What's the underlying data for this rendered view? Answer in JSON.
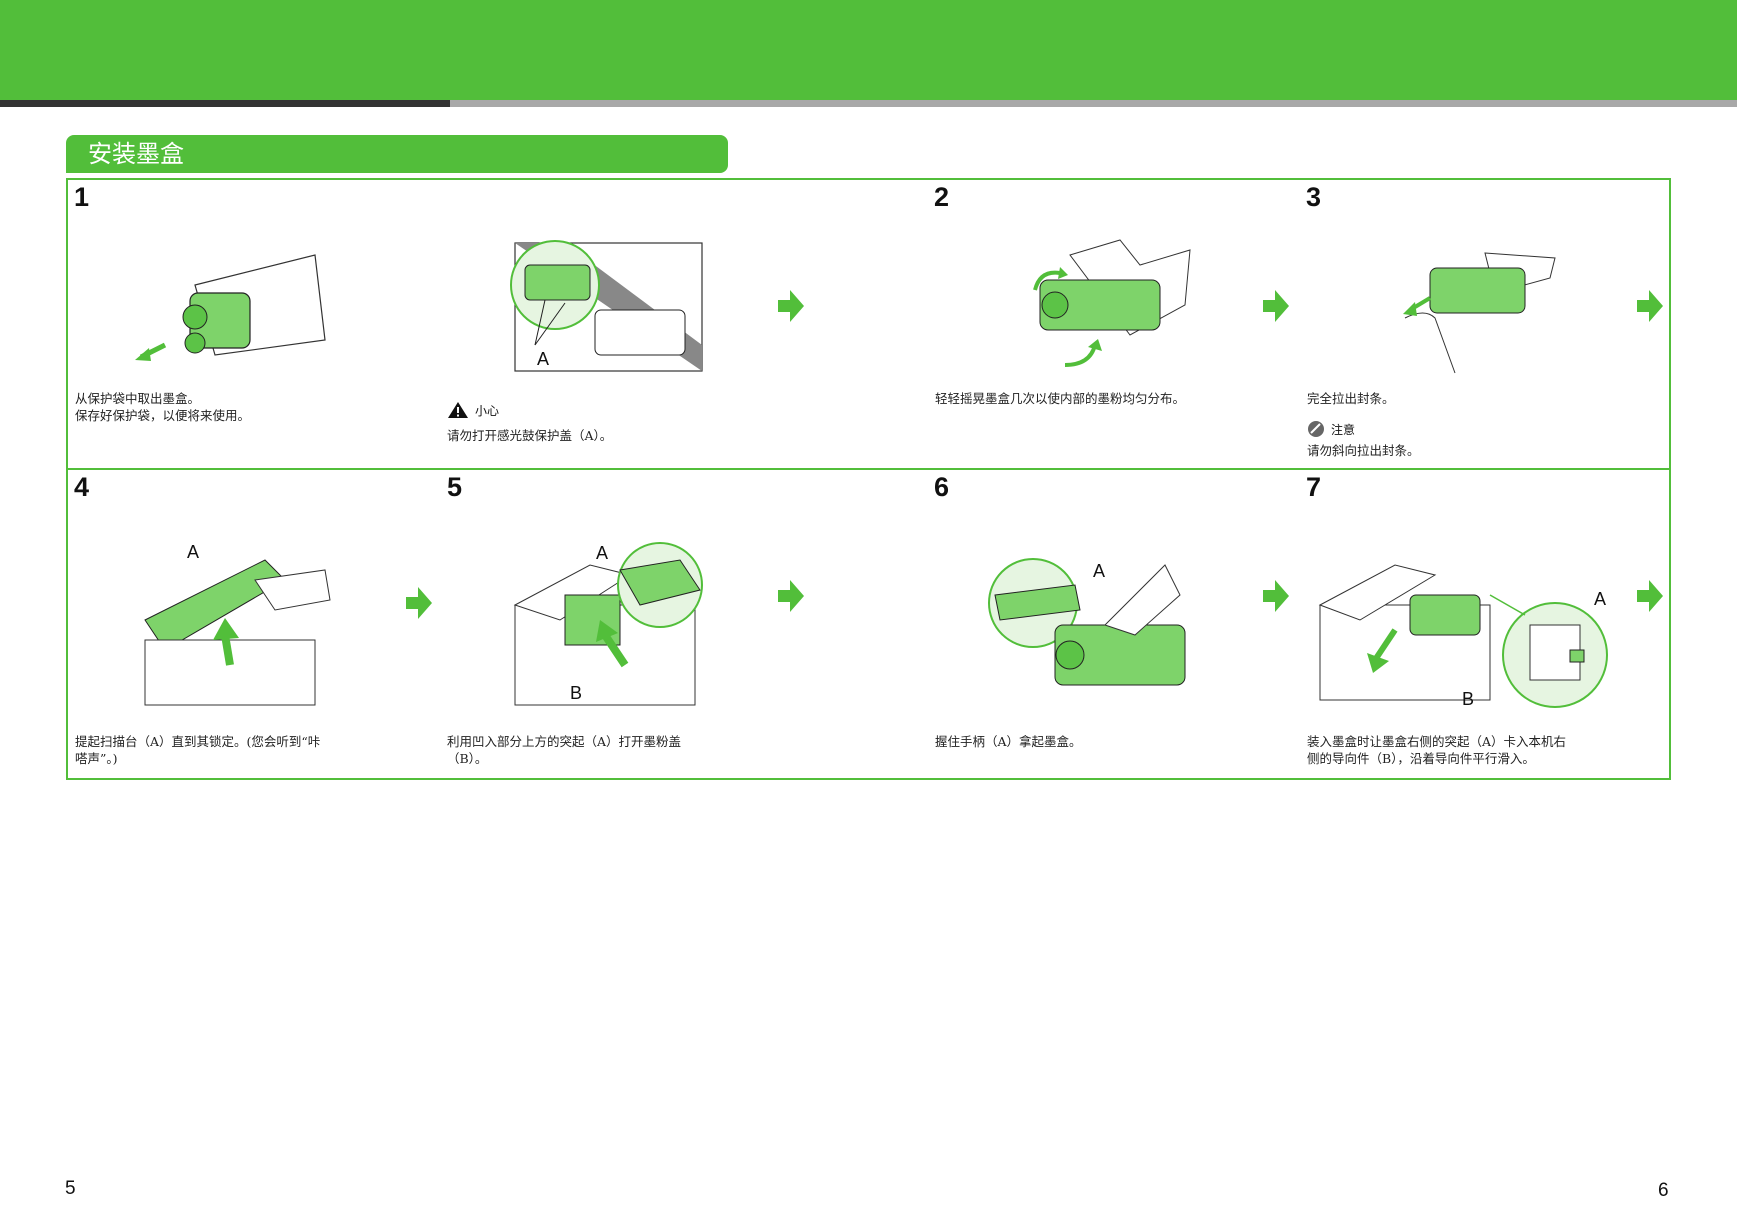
{
  "header": {
    "section_title": "安装墨盒",
    "colors": {
      "accent": "#52be3a",
      "stripe_dark": "#333333",
      "stripe_light": "#a8a8a8"
    }
  },
  "steps": {
    "s1": {
      "number": "1",
      "caption": "从保护袋中取出墨盒。\n保存好保护袋，以便将来使用。"
    },
    "s1b": {
      "caution_label": "小心",
      "caution_text": "请勿打开感光鼓保护盖（A）。",
      "callout": "A"
    },
    "s2": {
      "number": "2",
      "caption": "轻轻摇晃墨盒几次以使内部的墨粉均匀分布。"
    },
    "s3": {
      "number": "3",
      "caption": "完全拉出封条。",
      "note_label": "注意",
      "note_text": "请勿斜向拉出封条。"
    },
    "s4": {
      "number": "4",
      "caption": "提起扫描台（A）直到其锁定。(您会听到“咔\n嗒声”。)",
      "callout_a": "A"
    },
    "s5": {
      "number": "5",
      "caption": "利用凹入部分上方的突起（A）打开墨粉盖\n（B）。",
      "callout_a": "A",
      "callout_b": "B"
    },
    "s6": {
      "number": "6",
      "caption": "握住手柄（A）拿起墨盒。",
      "callout_a": "A"
    },
    "s7": {
      "number": "7",
      "caption": "装入墨盒时让墨盒右侧的突起（A）卡入本机右\n侧的导向件（B），沿着导向件平行滑入。",
      "callout_a": "A",
      "callout_b": "B"
    }
  },
  "icons": {
    "arrow": "next-step-arrow-icon",
    "caution": "warning-triangle-icon",
    "note": "note-pencil-icon"
  },
  "footer": {
    "page_left": "5",
    "page_right": "6"
  }
}
